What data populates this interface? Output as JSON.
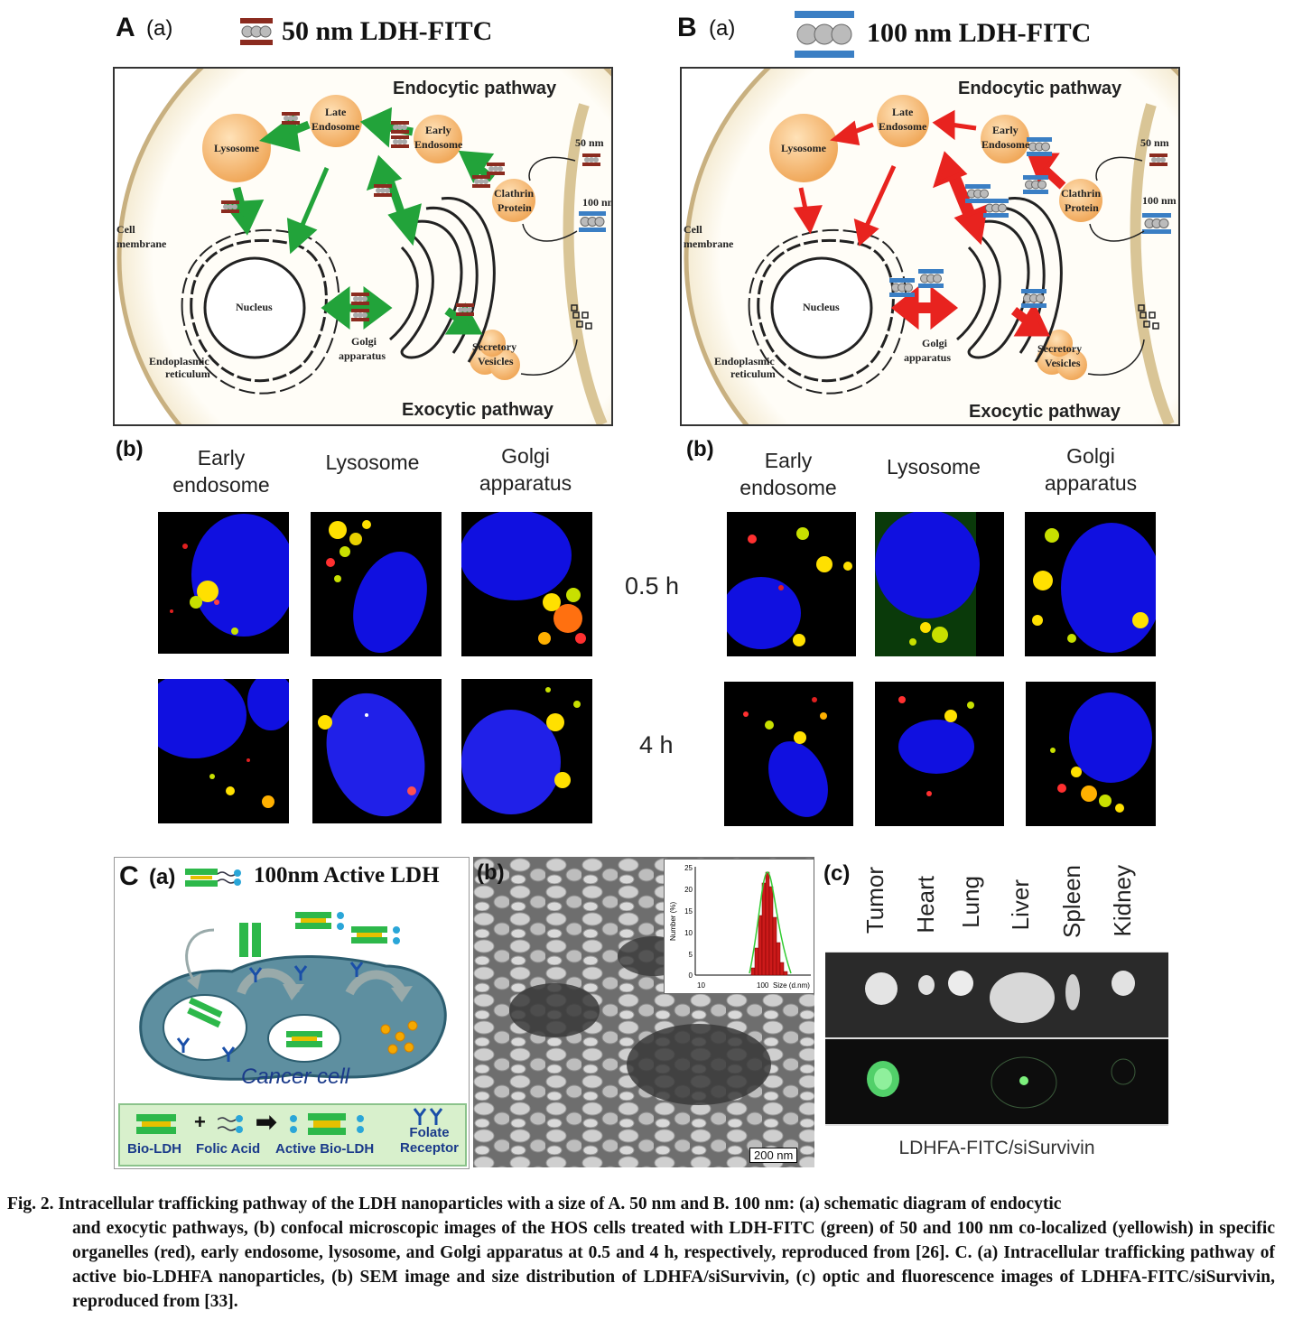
{
  "panelA": {
    "letter": "A",
    "sub": "(a)",
    "title": "50 nm LDH-FITC",
    "endocytic": "Endocytic pathway",
    "exocytic": "Exocytic pathway",
    "lysosome": "Lysosome",
    "late_endosome_1": "Late",
    "late_endosome_2": "Endosome",
    "early_endosome_1": "Early",
    "early_endosome_2": "Endosome",
    "clathrin_1": "Clathrin",
    "clathrin_2": "Protein",
    "size_50": "50 nm",
    "size_100": "100 nm",
    "cell_membrane_1": "Cell",
    "cell_membrane_2": "membrane",
    "nucleus": "Nucleus",
    "er_1": "Endoplasmic",
    "er_2": "reticulum",
    "golgi_1": "Golgi",
    "golgi_2": "apparatus",
    "secretory_1": "Secretory",
    "secretory_2": "Vesicles",
    "arrow_color": "#22a33a"
  },
  "panelB": {
    "letter": "B",
    "sub": "(a)",
    "title": "100 nm LDH-FITC",
    "endocytic": "Endocytic pathway",
    "exocytic": "Exocytic pathway",
    "lysosome": "Lysosome",
    "late_endosome_1": "Late",
    "late_endosome_2": "Endosome",
    "early_endosome_1": "Early",
    "early_endosome_2": "Endosome",
    "clathrin_1": "Clathrin",
    "clathrin_2": "Protein",
    "size_50": "50 nm",
    "size_100": "100 nm",
    "cell_membrane_1": "Cell",
    "cell_membrane_2": "membrane",
    "nucleus": "Nucleus",
    "er_1": "Endoplasmic",
    "er_2": "reticulum",
    "golgi_1": "Golgi",
    "golgi_2": "apparatus",
    "secretory_1": "Secretory",
    "secretory_2": "Vesicles",
    "arrow_color": "#e8231f"
  },
  "confocal": {
    "b_label": "(b)",
    "col1_1": "Early",
    "col1_2": "endosome",
    "col2": "Lysosome",
    "col3_1": "Golgi",
    "col3_2": "apparatus",
    "time1": "0.5 h",
    "time2": "4 h"
  },
  "panelC": {
    "letter": "C",
    "sub_a": "(a)",
    "title": "100nm Active LDH",
    "cancer_cell": "Cancer cell",
    "legend_plus": "+",
    "legend_bio_ldh": "Bio-LDH",
    "legend_folic": "Folic Acid",
    "legend_active": "Active Bio-LDH",
    "legend_folate_1": "Folate",
    "legend_folate_2": "Receptor",
    "sub_b": "(b)",
    "scale_bar": "200 nm",
    "inset_ylabel": "Number (%)",
    "inset_xlabel": "Size (d.nm)",
    "inset_yticks": [
      "25",
      "20",
      "15",
      "10",
      "5",
      "0"
    ],
    "inset_xticks": [
      "10",
      "100"
    ],
    "sub_c": "(c)",
    "organs": [
      "Tumor",
      "Heart",
      "Lung",
      "Liver",
      "Spleen",
      "Kidney"
    ],
    "fluor_caption": "LDHFA-FITC/siSurvivin"
  },
  "caption": {
    "line1": "Fig. 2. Intracellular trafficking pathway of the LDH nanoparticles with a size of A. 50 nm and B. 100 nm: (a) schematic diagram of endocytic",
    "rest": "and exocytic pathways, (b) confocal microscopic images of the HOS cells treated with LDH-FITC (green) of 50 and 100 nm co-localized (yellowish) in specific organelles (red), early endosome, lysosome, and Golgi apparatus at 0.5 and 4 h, respectively, reproduced from [26]. C. (a) Intracellular trafficking pathway of active bio-LDHFA nanoparticles, (b) SEM image and size distribution of LDHFA/siSurvivin, (c) optic and fluorescence images of LDHFA-FITC/siSurvivin, reproduced from [33]."
  }
}
